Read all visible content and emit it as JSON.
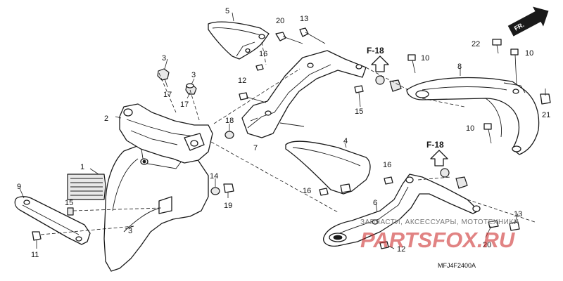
{
  "callouts": {
    "c1": "1",
    "c2": "2",
    "c3a": "3",
    "c3b": "3",
    "c3c": "3",
    "c4": "4",
    "c5": "5",
    "c6": "6",
    "c7": "7",
    "c8": "8",
    "c9": "9",
    "c10a": "10",
    "c10b": "10",
    "c10c": "10",
    "c11": "11",
    "c12a": "12",
    "c12b": "12",
    "c13a": "13",
    "c13b": "13",
    "c14": "14",
    "c15": "15",
    "c16a": "16",
    "c16b": "16",
    "c16c": "16",
    "c17a": "17",
    "c17b": "17",
    "c18": "18",
    "c19": "19",
    "c20a": "20",
    "c20b": "20",
    "c21": "21",
    "c22": "22"
  },
  "references": {
    "f18_top": "F-18",
    "f18_bottom": "F-18"
  },
  "direction": {
    "label": "FR."
  },
  "diagram_code": "MFJ4F2400A",
  "watermark": {
    "logo_text": "PARTSFOX.RU",
    "tagline": "ЗАПЧАСТИ, АКСЕССУАРЫ, МОТОТЕХНИКИ"
  },
  "colors": {
    "line": "#1a1a1a",
    "watermark": "#c81e1e"
  }
}
